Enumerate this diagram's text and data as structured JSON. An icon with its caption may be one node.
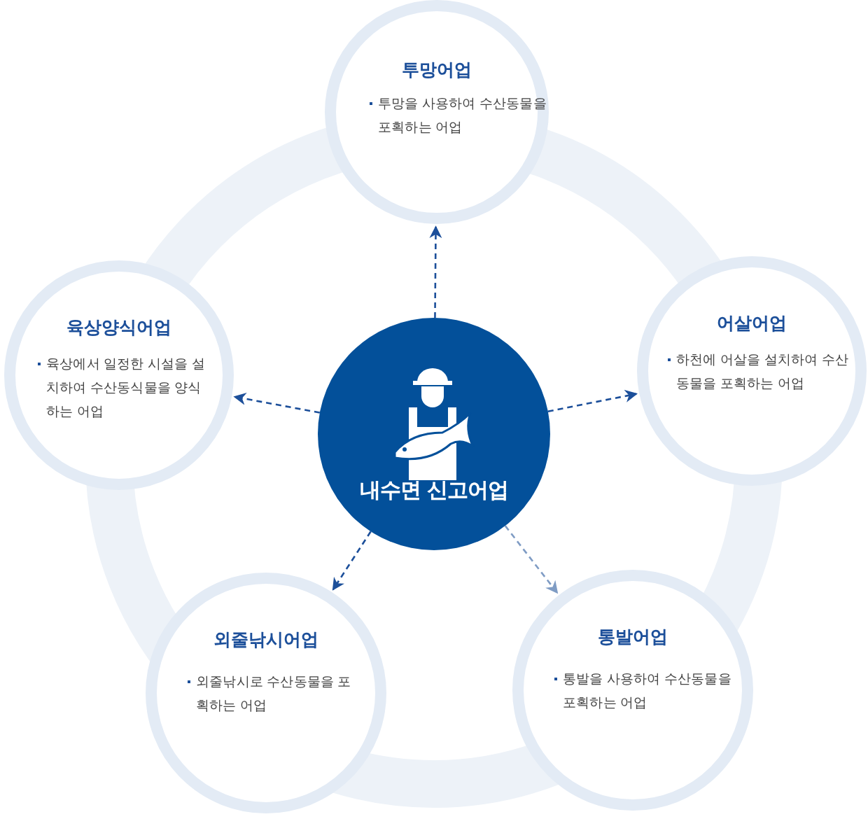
{
  "diagram": {
    "nodes": [
      {
        "text": [
          "투망어업",
          "투망을 사용하여 수산동물을 포획하는 어업"
        ]
      },
      {
        "text": [
          "육상양식어업",
          "육상에서 일정한 시설을 설치하여 수산동식물을 양식하는 어업"
        ]
      },
      {
        "text": [
          "어살어업",
          "하천에 어살을 설치하여 수산동물을 포획하는 어업"
        ]
      },
      {
        "text": [
          "내수면 신고어업"
        ]
      },
      {
        "text": [
          "외줄낚시어업",
          "외줄낚시로 수산동물을 포획하는 어업"
        ]
      },
      {
        "text": [
          "통발어업",
          "통발을 사용하여 수산동물을 포획하는 어업"
        ]
      }
    ],
    "edges": [
      {
        "from": 3,
        "to": 0,
        "arrow": "to",
        "style": "dashed"
      },
      {
        "from": 3,
        "to": 1,
        "arrow": "to",
        "style": "dashed"
      },
      {
        "from": 3,
        "to": 2,
        "arrow": "to",
        "style": "dashed"
      },
      {
        "from": 3,
        "to": 4,
        "arrow": "to",
        "style": "dashed"
      },
      {
        "from": 3,
        "to": 5,
        "arrow": "to",
        "style": "dashed",
        "color": "#7f9cc4"
      }
    ]
  }
}
